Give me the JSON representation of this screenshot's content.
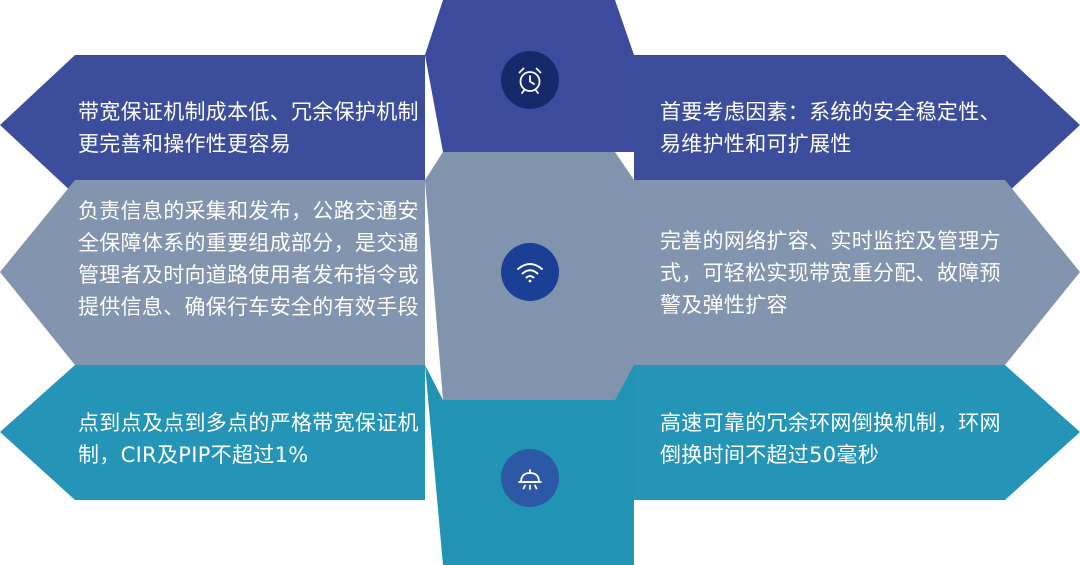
{
  "colors": {
    "row1": "#3c4d9b",
    "row2": "#8294ae",
    "row3": "#2495b6",
    "center_top": "#3c4b9d",
    "center_mid": "#8194ae",
    "center_bottom": "#2193b4",
    "disc_top": "#15296b",
    "disc_mid": "#1a3f94",
    "disc_bottom": "#2d58a5",
    "text": "#ffffff"
  },
  "rows": [
    {
      "left_text": "带宽保证机制成本低、冗余保护机制更完善和操作性更容易",
      "right_text": "首要考虑因素：系统的安全稳定性、易维护性和可扩展性",
      "icon": "alarm-clock-icon"
    },
    {
      "left_text": "负责信息的采集和发布，公路交通安全保障体系的重要组成部分，是交通管理者及时向道路使用者发布指令或提供信息、确保行车安全的有效手段",
      "right_text": "完善的网络扩容、实时监控及管理方式，可轻松实现带宽重分配、故障预警及弹性扩容",
      "icon": "wifi-icon"
    },
    {
      "left_text": "点到点及点到多点的严格带宽保证机制，CIR及PIP不超过1%",
      "right_text": "高速可靠的冗余环网倒换机制，环网倒换时间不超过50毫秒",
      "icon": "service-bell-icon"
    }
  ]
}
